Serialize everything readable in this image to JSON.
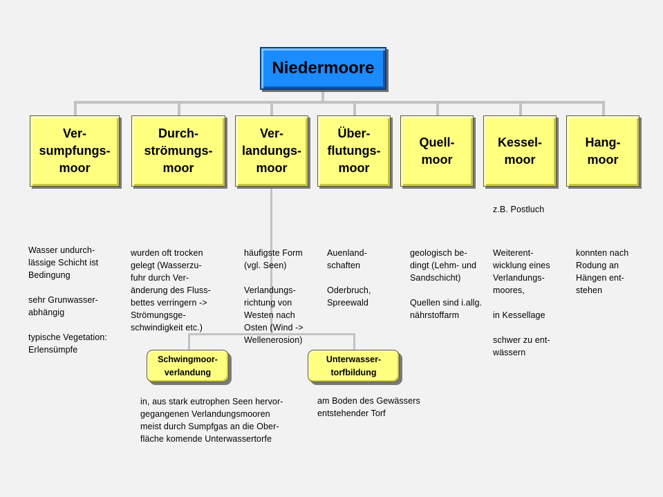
{
  "root": {
    "label": "Niedermoore"
  },
  "categories": [
    {
      "label": "Ver-\nsumpfungs-\nmoor"
    },
    {
      "label": "Durch-\nströmungs-\nmoor"
    },
    {
      "label": "Ver-\nlandungs-\nmoor"
    },
    {
      "label": "Über-\nflutungs-\nmoor"
    },
    {
      "label": "Quell-\nmoor"
    },
    {
      "label": "Kessel-\nmoor"
    },
    {
      "label": "Hang-\nmoor"
    }
  ],
  "kesselmoor_example": "z.B. Postluch",
  "descriptions": [
    "Wasser undurch-\nlässige Schicht ist\nBedingung\n\nsehr Grunwasser-\nabhängig\n\ntypische Vegetation:\nErlensümpfe",
    "wurden oft trocken\ngelegt (Wasserzu-\nfuhr durch Ver-\nänderung des Fluss-\nbettes verringern ->\nStrömungsge-\nschwindigkeit etc.)",
    "häufigste Form\n(vgl. Seen)\n\nVerlandungs-\nrichtung von\nWesten nach\nOsten (Wind ->\nWellenerosion)",
    "Auenland-\nschaften\n\nOderbruch,\nSpreewald",
    "geologisch be-\ndingt (Lehm- und\nSandschicht)\n\nQuellen sind i.allg.\nnährstoffarm",
    "Weiterent-\nwicklung eines\nVerlandungs-\nmoores,\n\nin Kessellage\n\nschwer zu ent-\nwässern",
    "konnten nach\nRodung an\nHängen ent-\nstehen"
  ],
  "subtypes": [
    {
      "label": "Schwingmoor-\nverlandung",
      "description": "in, aus stark eutrophen Seen hervor-\ngegangenen Verlandungsmooren\nmeist durch Sumpfgas an die Ober-\nfläche komende Unterwassertorfe"
    },
    {
      "label": "Unterwasser-\ntorfbildung",
      "description": "am Boden des Gewässers\nentstehender Torf"
    }
  ]
}
